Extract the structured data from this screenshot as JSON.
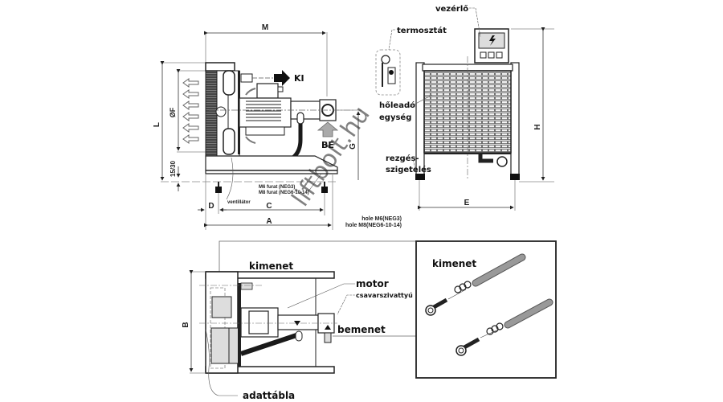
{
  "side_view": {
    "dimensions": {
      "M": "M",
      "L": "L",
      "F": "ØF",
      "gap": "15/30",
      "G": "G",
      "D": "D",
      "C": "C",
      "A": "A"
    },
    "labels": {
      "out": "KI",
      "in": "BE",
      "fan": "ventillátor",
      "hole_m6": "M6 furat (NEG3)",
      "hole_m8": "M8 furat (NEG6-10-14)",
      "hole_en_1": "hole M6(NEG3)",
      "hole_en_2": "hole M8(NEG6-10-14)"
    }
  },
  "front_view": {
    "labels": {
      "controller": "vezérlő",
      "thermostat": "termosztát",
      "heat_unit_1": "hőleadó",
      "heat_unit_2": "egység",
      "vibration_1": "rezgés-",
      "vibration_2": "szigetelés"
    },
    "dimensions": {
      "H": "H",
      "E": "E"
    }
  },
  "top_view": {
    "labels": {
      "output": "kimenet",
      "motor": "motor",
      "pump": "csavarszivattyú",
      "input": "bemenet",
      "nameplate": "adattábla"
    },
    "dimensions": {
      "B": "B"
    }
  },
  "detail_box": {
    "label": "kimenet"
  },
  "watermark": "liftbolt.hu"
}
